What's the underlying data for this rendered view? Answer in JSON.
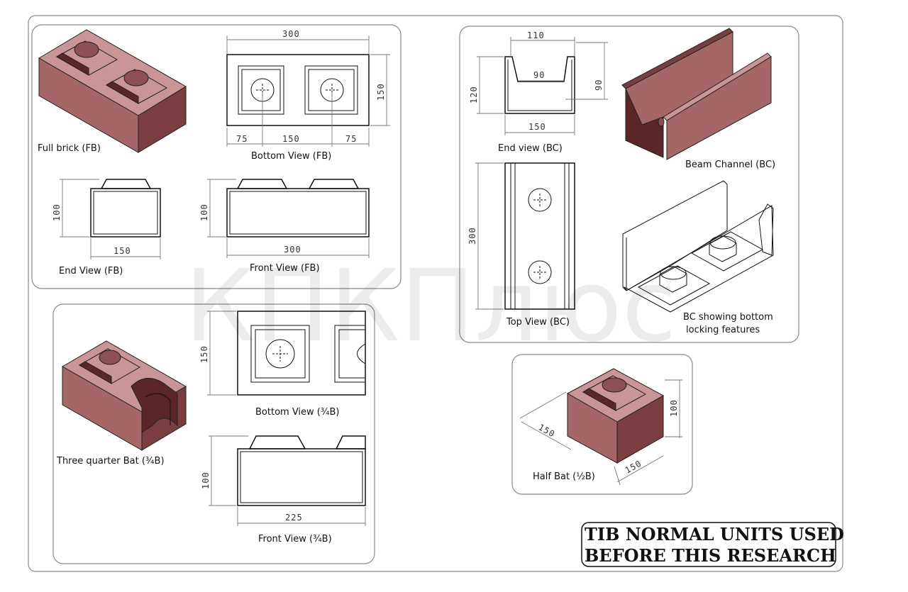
{
  "labels": {
    "full_brick": "Full brick (FB)",
    "bottom_view_fb": "Bottom View (FB)",
    "end_view_fb": "End View (FB)",
    "front_view_fb": "Front View (FB)",
    "end_view_bc": "End view (BC)",
    "beam_channel": "Beam Channel (BC)",
    "top_view_bc": "Top View (BC)",
    "bc_locking_1": "BC showing bottom",
    "bc_locking_2": "locking features",
    "three_quarter_bat": "Three quarter Bat (¾B)",
    "bottom_view_tqb": "Bottom View (¾B)",
    "front_view_tqb": "Front View (¾B)",
    "half_bat": "Half Bat (½B)"
  },
  "dimensions": {
    "fb_bottom_length": "300",
    "fb_bottom_width": "150",
    "fb_bottom_seg1": "75",
    "fb_bottom_seg2": "150",
    "fb_bottom_seg3": "75",
    "fb_end_height": "100",
    "fb_end_width": "150",
    "fb_front_height": "100",
    "fb_front_length": "300",
    "bc_top_width": "110",
    "bc_inner_width": "90",
    "bc_height": "120",
    "bc_inner_depth": "90",
    "bc_base_width": "150",
    "bc_length": "300",
    "tqb_bottom_width": "150",
    "tqb_front_height": "100",
    "tqb_front_length": "225",
    "hb_height": "100",
    "hb_depth": "150",
    "hb_width": "150"
  },
  "title": {
    "line1": "TIB NORMAL UNITS USED",
    "line2": "BEFORE THIS RESEARCH"
  },
  "watermark": "КПКПлюс",
  "colors": {
    "brick_top": "#c99596",
    "brick_front": "#a56668",
    "brick_side": "#7a3e40"
  }
}
